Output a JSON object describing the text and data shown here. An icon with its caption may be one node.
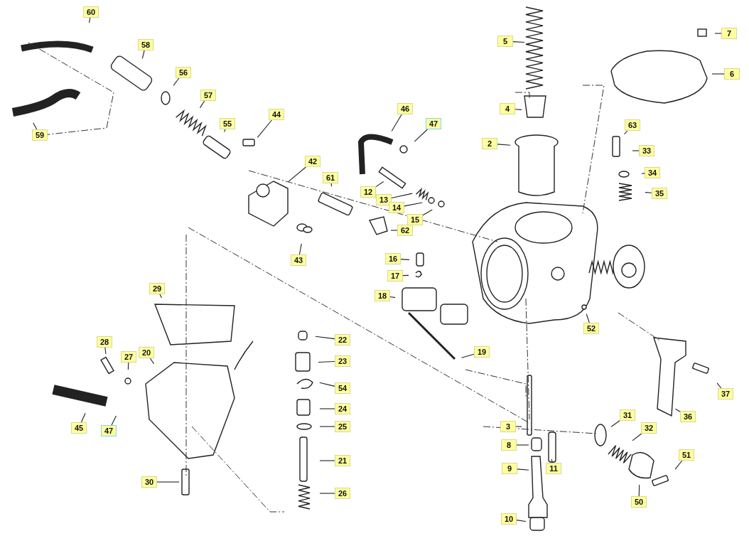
{
  "diagram": {
    "nodes": [
      {
        "text": [
          "60"
        ]
      },
      {
        "text": [
          "7"
        ]
      },
      {
        "text": [
          "5"
        ]
      },
      {
        "text": [
          "58"
        ]
      },
      {
        "text": [
          "6"
        ]
      },
      {
        "text": [
          "56"
        ]
      },
      {
        "text": [
          "57"
        ]
      },
      {
        "text": [
          "4"
        ]
      },
      {
        "text": [
          "46"
        ]
      },
      {
        "text": [
          "44"
        ]
      },
      {
        "text": [
          "55"
        ]
      },
      {
        "text": [
          "47"
        ]
      },
      {
        "text": [
          "63"
        ]
      },
      {
        "text": [
          "59"
        ]
      },
      {
        "text": [
          "2"
        ]
      },
      {
        "text": [
          "33"
        ]
      },
      {
        "text": [
          "42"
        ]
      },
      {
        "text": [
          "34"
        ]
      },
      {
        "text": [
          "61"
        ]
      },
      {
        "text": [
          "12"
        ]
      },
      {
        "text": [
          "35"
        ]
      },
      {
        "text": [
          "13"
        ]
      },
      {
        "text": [
          "14"
        ]
      },
      {
        "text": [
          "15"
        ]
      },
      {
        "text": [
          "62"
        ]
      },
      {
        "text": [
          "16"
        ]
      },
      {
        "text": [
          "43"
        ]
      },
      {
        "text": [
          "17"
        ]
      },
      {
        "text": [
          "29"
        ]
      },
      {
        "text": [
          "18"
        ]
      },
      {
        "text": [
          "52"
        ]
      },
      {
        "text": [
          "22"
        ]
      },
      {
        "text": [
          "28"
        ]
      },
      {
        "text": [
          "19"
        ]
      },
      {
        "text": [
          "20"
        ]
      },
      {
        "text": [
          "27"
        ]
      },
      {
        "text": [
          "23"
        ]
      },
      {
        "text": [
          "54"
        ]
      },
      {
        "text": [
          "37"
        ]
      },
      {
        "text": [
          "24"
        ]
      },
      {
        "text": [
          "31"
        ]
      },
      {
        "text": [
          "36"
        ]
      },
      {
        "text": [
          "3"
        ]
      },
      {
        "text": [
          "25"
        ]
      },
      {
        "text": [
          "45"
        ]
      },
      {
        "text": [
          "32"
        ]
      },
      {
        "text": [
          "47"
        ]
      },
      {
        "text": [
          "8"
        ]
      },
      {
        "text": [
          "51"
        ]
      },
      {
        "text": [
          "21"
        ]
      },
      {
        "text": [
          "11"
        ]
      },
      {
        "text": [
          "9"
        ]
      },
      {
        "text": [
          "30"
        ]
      },
      {
        "text": [
          "26"
        ]
      },
      {
        "text": [
          "50"
        ]
      },
      {
        "text": [
          "10"
        ]
      }
    ],
    "edges": [
      {
        "from": 0,
        "to": null,
        "arrow": "none"
      },
      {
        "from": 1,
        "to": null,
        "arrow": "none"
      },
      {
        "from": 2,
        "to": null,
        "arrow": "none"
      },
      {
        "from": 3,
        "to": null,
        "arrow": "none"
      },
      {
        "from": 4,
        "to": null,
        "arrow": "none"
      },
      {
        "from": 5,
        "to": null,
        "arrow": "none"
      },
      {
        "from": 6,
        "to": null,
        "arrow": "none"
      },
      {
        "from": 7,
        "to": null,
        "arrow": "none"
      },
      {
        "from": 8,
        "to": null,
        "arrow": "none"
      },
      {
        "from": 9,
        "to": null,
        "arrow": "none"
      },
      {
        "from": 10,
        "to": null,
        "arrow": "none"
      },
      {
        "from": 11,
        "to": null,
        "arrow": "none"
      },
      {
        "from": 12,
        "to": null,
        "arrow": "none"
      },
      {
        "from": 13,
        "to": null,
        "arrow": "none"
      },
      {
        "from": 14,
        "to": null,
        "arrow": "none"
      },
      {
        "from": 15,
        "to": null,
        "arrow": "none"
      },
      {
        "from": 16,
        "to": null,
        "arrow": "none"
      },
      {
        "from": 17,
        "to": null,
        "arrow": "none"
      },
      {
        "from": 18,
        "to": null,
        "arrow": "none"
      },
      {
        "from": 19,
        "to": null,
        "arrow": "none"
      },
      {
        "from": 20,
        "to": null,
        "arrow": "none"
      },
      {
        "from": 21,
        "to": null,
        "arrow": "none"
      },
      {
        "from": 22,
        "to": null,
        "arrow": "none"
      },
      {
        "from": 23,
        "to": null,
        "arrow": "none"
      },
      {
        "from": 24,
        "to": null,
        "arrow": "none"
      },
      {
        "from": 25,
        "to": null,
        "arrow": "none"
      },
      {
        "from": 26,
        "to": null,
        "arrow": "none"
      },
      {
        "from": 27,
        "to": null,
        "arrow": "none"
      },
      {
        "from": 28,
        "to": null,
        "arrow": "none"
      },
      {
        "from": 29,
        "to": null,
        "arrow": "none"
      },
      {
        "from": 30,
        "to": null,
        "arrow": "none"
      },
      {
        "from": 31,
        "to": null,
        "arrow": "none"
      },
      {
        "from": 32,
        "to": null,
        "arrow": "none"
      },
      {
        "from": 33,
        "to": null,
        "arrow": "none"
      },
      {
        "from": 34,
        "to": null,
        "arrow": "none"
      },
      {
        "from": 35,
        "to": null,
        "arrow": "none"
      },
      {
        "from": 36,
        "to": null,
        "arrow": "none"
      },
      {
        "from": 37,
        "to": null,
        "arrow": "none"
      },
      {
        "from": 38,
        "to": null,
        "arrow": "none"
      },
      {
        "from": 39,
        "to": null,
        "arrow": "none"
      },
      {
        "from": 40,
        "to": null,
        "arrow": "none"
      },
      {
        "from": 41,
        "to": null,
        "arrow": "none"
      },
      {
        "from": 42,
        "to": null,
        "arrow": "none"
      },
      {
        "from": 43,
        "to": null,
        "arrow": "none"
      },
      {
        "from": 44,
        "to": null,
        "arrow": "none"
      },
      {
        "from": 45,
        "to": null,
        "arrow": "none"
      },
      {
        "from": 46,
        "to": null,
        "arrow": "none"
      },
      {
        "from": 47,
        "to": null,
        "arrow": "none"
      },
      {
        "from": 48,
        "to": null,
        "arrow": "none"
      },
      {
        "from": 49,
        "to": null,
        "arrow": "none"
      },
      {
        "from": 50,
        "to": null,
        "arrow": "none"
      },
      {
        "from": 51,
        "to": null,
        "arrow": "none"
      },
      {
        "from": 52,
        "to": null,
        "arrow": "none"
      },
      {
        "from": 53,
        "to": null,
        "arrow": "none"
      },
      {
        "from": 54,
        "to": null,
        "arrow": "none"
      },
      {
        "from": 55,
        "to": null,
        "arrow": "none"
      }
    ]
  }
}
